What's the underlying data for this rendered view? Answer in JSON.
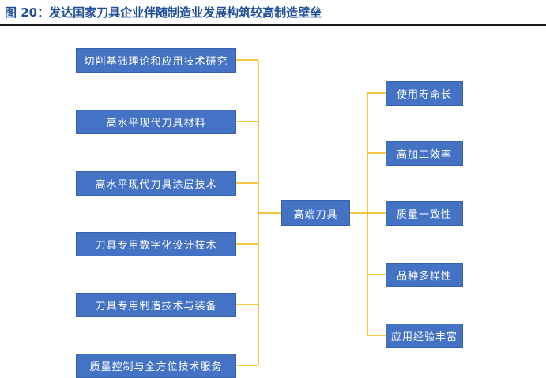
{
  "figure": {
    "title": "图 20：发达国家刀具企业伴随制造业发展构筑较高制造壁垒"
  },
  "diagram": {
    "center": "高端刀具",
    "left_nodes": [
      "切削基础理论和应用技术研究",
      "高水平现代刀具材料",
      "高水平现代刀具涂层技术",
      "刀具专用数字化设计技术",
      "刀具专用制造技术与装备",
      "质量控制与全方位技术服务"
    ],
    "right_nodes": [
      "使用寿命长",
      "高加工效率",
      "质量一致性",
      "品种多样性",
      "应用经验丰富"
    ],
    "colors": {
      "box_fill": "#4472c4",
      "box_text": "#ffffff",
      "connector": "#f5b400",
      "title": "#1f4e9a"
    }
  }
}
